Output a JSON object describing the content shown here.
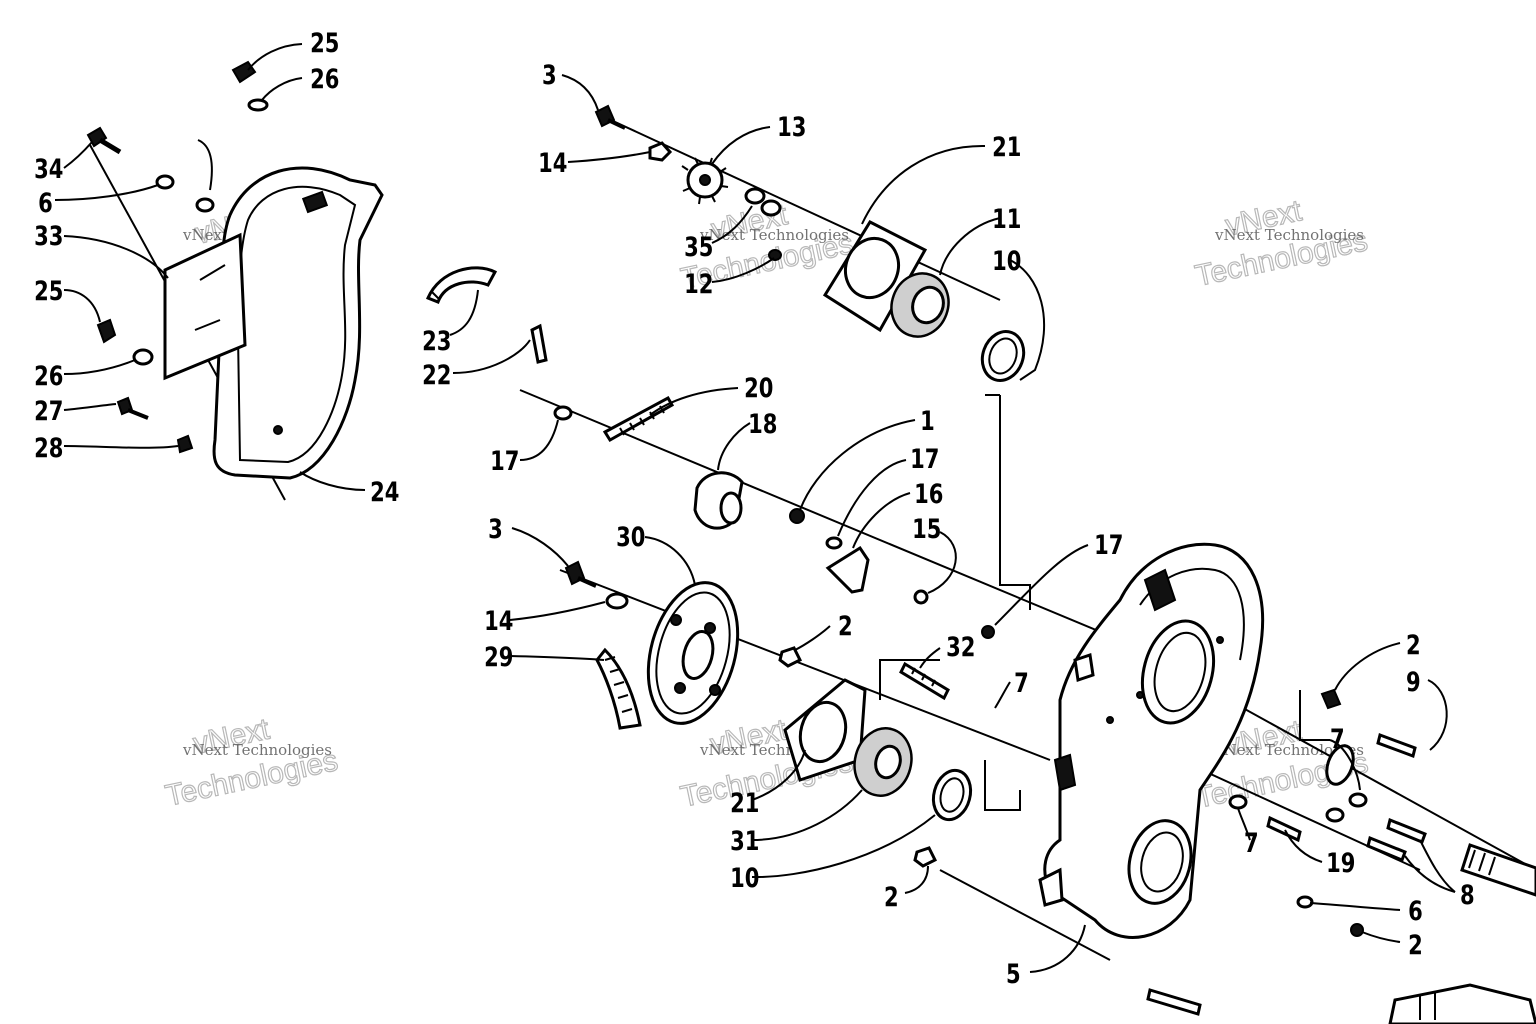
{
  "diagram": {
    "callouts": [
      {
        "id": "c25a",
        "text": "25"
      },
      {
        "id": "c26a",
        "text": "26"
      },
      {
        "id": "c34",
        "text": "34"
      },
      {
        "id": "c6a",
        "text": "6"
      },
      {
        "id": "c33",
        "text": "33"
      },
      {
        "id": "c25b",
        "text": "25"
      },
      {
        "id": "c26b",
        "text": "26"
      },
      {
        "id": "c27",
        "text": "27"
      },
      {
        "id": "c28",
        "text": "28"
      },
      {
        "id": "c24",
        "text": "24"
      },
      {
        "id": "c3a",
        "text": "3"
      },
      {
        "id": "c14a",
        "text": "14"
      },
      {
        "id": "c13",
        "text": "13"
      },
      {
        "id": "c35",
        "text": "35"
      },
      {
        "id": "c12",
        "text": "12"
      },
      {
        "id": "c21a",
        "text": "21"
      },
      {
        "id": "c11",
        "text": "11"
      },
      {
        "id": "c10a",
        "text": "10"
      },
      {
        "id": "c23",
        "text": "23"
      },
      {
        "id": "c22",
        "text": "22"
      },
      {
        "id": "c20",
        "text": "20"
      },
      {
        "id": "c18",
        "text": "18"
      },
      {
        "id": "c17a",
        "text": "17"
      },
      {
        "id": "c1",
        "text": "1"
      },
      {
        "id": "c17b",
        "text": "17"
      },
      {
        "id": "c16",
        "text": "16"
      },
      {
        "id": "c15",
        "text": "15"
      },
      {
        "id": "c17c",
        "text": "17"
      },
      {
        "id": "c3b",
        "text": "3"
      },
      {
        "id": "c30",
        "text": "30"
      },
      {
        "id": "c14b",
        "text": "14"
      },
      {
        "id": "c29",
        "text": "29"
      },
      {
        "id": "c2a",
        "text": "2"
      },
      {
        "id": "c32",
        "text": "32"
      },
      {
        "id": "c7a",
        "text": "7"
      },
      {
        "id": "c21b",
        "text": "21"
      },
      {
        "id": "c31",
        "text": "31"
      },
      {
        "id": "c10b",
        "text": "10"
      },
      {
        "id": "c2b",
        "text": "2"
      },
      {
        "id": "c5",
        "text": "5"
      },
      {
        "id": "c2c",
        "text": "2"
      },
      {
        "id": "c9",
        "text": "9"
      },
      {
        "id": "c7b",
        "text": "7"
      },
      {
        "id": "c7c",
        "text": "7"
      },
      {
        "id": "c19",
        "text": "19"
      },
      {
        "id": "c8",
        "text": "8"
      },
      {
        "id": "c6b",
        "text": "6"
      },
      {
        "id": "c2d",
        "text": "2"
      }
    ],
    "watermark": {
      "small": "vNext Technologies",
      "large_top": "vNext",
      "large_bottom": "Technologies"
    }
  }
}
